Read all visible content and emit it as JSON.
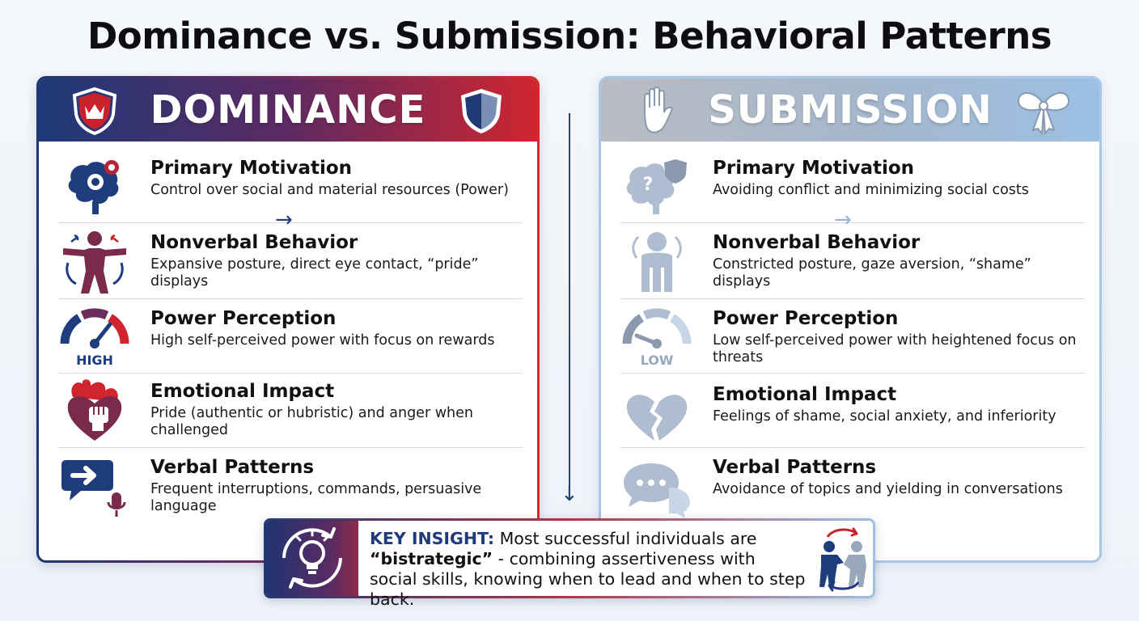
{
  "title": "Dominance vs. Submission: Behavioral Patterns",
  "colors": {
    "navy": "#1d3a78",
    "red": "#d0252f",
    "maroon": "#7a2a4a",
    "light_blue": "#9cc0e4",
    "gray_blue": "#a9bccf"
  },
  "dominance": {
    "title": "DOMINANCE",
    "icons": [
      "crown-shield-icon",
      "shield-icon"
    ],
    "rows": [
      {
        "heading": "Primary Motivation",
        "desc": "Control over social and material resources (Power)",
        "icon": "brain-gears-icon"
      },
      {
        "heading": "Nonverbal Behavior",
        "desc": "Expansive posture, direct eye contact, “pride” displays",
        "icon": "expansive-person-icon"
      },
      {
        "heading": "Power Perception",
        "desc": "High self-perceived power with focus on rewards",
        "icon": "gauge-high-icon",
        "gauge_label": "HIGH"
      },
      {
        "heading": "Emotional Impact",
        "desc": "Pride (authentic or hubristic) and anger when challenged",
        "icon": "heart-fist-fire-icon"
      },
      {
        "heading": "Verbal Patterns",
        "desc": "Frequent interruptions, commands, persuasive language",
        "icon": "speech-arrow-mic-icon"
      }
    ]
  },
  "submission": {
    "title": "SUBMISSION",
    "icons": [
      "raised-hand-icon",
      "bow-icon"
    ],
    "rows": [
      {
        "heading": "Primary Motivation",
        "desc": "Avoiding conflict and minimizing social costs",
        "icon": "brain-question-shield-icon"
      },
      {
        "heading": "Nonverbal Behavior",
        "desc": "Constricted posture, gaze aversion, “shame” displays",
        "icon": "hunched-person-icon"
      },
      {
        "heading": "Power Perception",
        "desc": "Low self-perceived power with heightened focus on threats",
        "icon": "gauge-low-icon",
        "gauge_label": "LOW"
      },
      {
        "heading": "Emotional Impact",
        "desc": "Feelings of shame, social anxiety, and inferiority",
        "icon": "broken-heart-icon"
      },
      {
        "heading": "Verbal Patterns",
        "desc": "Avoidance of topics and yielding in conversations",
        "icon": "speech-dots-icon"
      }
    ]
  },
  "insight": {
    "key": "KEY INSIGHT:",
    "text1": " Most successful individuals are",
    "bold": "“bistrategic”",
    "text2": " - combining assertiveness with social skills, knowing when to lead and when to step back.",
    "icons": [
      "lightbulb-cycle-icon",
      "handshake-icon"
    ]
  }
}
